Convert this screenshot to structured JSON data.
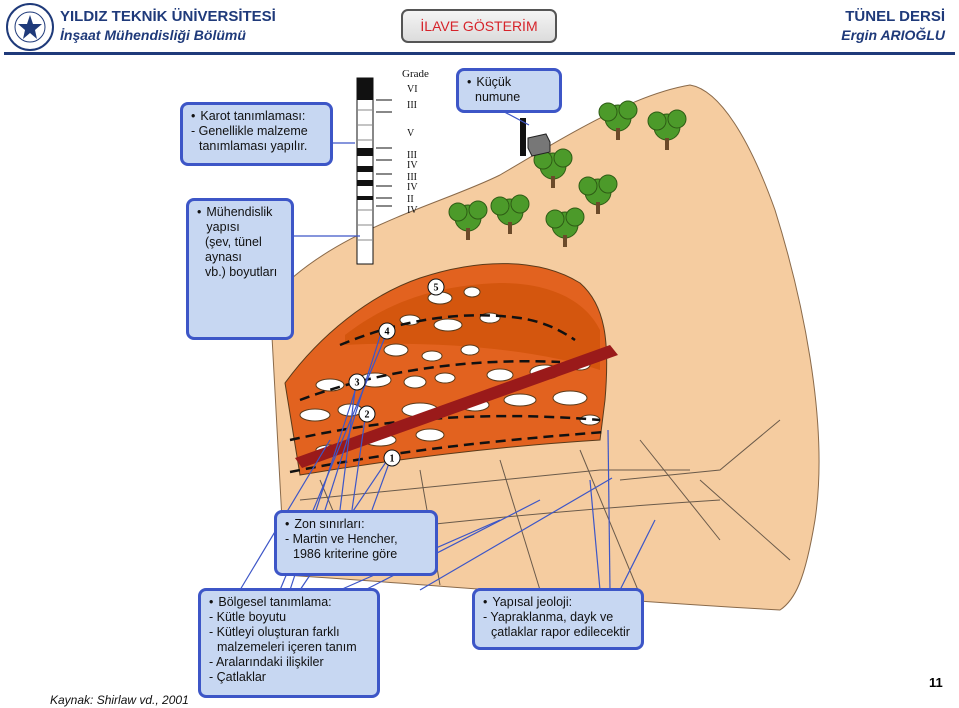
{
  "header": {
    "university": "YILDIZ TEKNİK ÜNİVERSİTESİ",
    "department": "İnşaat Mühendisliği Bölümü",
    "course": "TÜNEL DERSİ",
    "author": "Ergin ARIOĞLU",
    "show_button": "İLAVE GÖSTERİM"
  },
  "boxes": {
    "karot": {
      "title": "Karot tanımlaması:",
      "lines": [
        "- Genellikle malzeme",
        "tanımlaması yapılır."
      ]
    },
    "muhendislik": {
      "lines": [
        "Mühendislik yapısı",
        "(şev, tünel aynası",
        "vb.)  boyutları"
      ]
    },
    "kucuk": {
      "lines": [
        "Küçük",
        "numune"
      ]
    },
    "zon": {
      "title": "Zon sınırları:",
      "lines": [
        "- Martin ve Hencher,",
        "1986 kriterine göre"
      ]
    },
    "bolgesel": {
      "title": "Bölgesel tanımlama:",
      "lines": [
        "- Kütle boyutu",
        "- Kütleyi oluşturan farklı",
        "malzemeleri içeren tanım",
        "- Aralarındaki ilişkiler",
        "- Çatlaklar"
      ]
    },
    "yapisal": {
      "title": "Yapısal jeoloji:",
      "lines": [
        "- Yapraklanma, dayk ve",
        "çatlaklar rapor edilecektir"
      ]
    }
  },
  "core_log": {
    "title": "Grade",
    "grades": [
      "VI",
      "III",
      "V",
      "III",
      "IV",
      "III",
      "IV",
      "II",
      "IV"
    ]
  },
  "markers": [
    "1",
    "2",
    "3",
    "4",
    "5"
  ],
  "footer": {
    "source": "Kaynak: Shirlaw vd., 2001",
    "page": "11"
  }
}
